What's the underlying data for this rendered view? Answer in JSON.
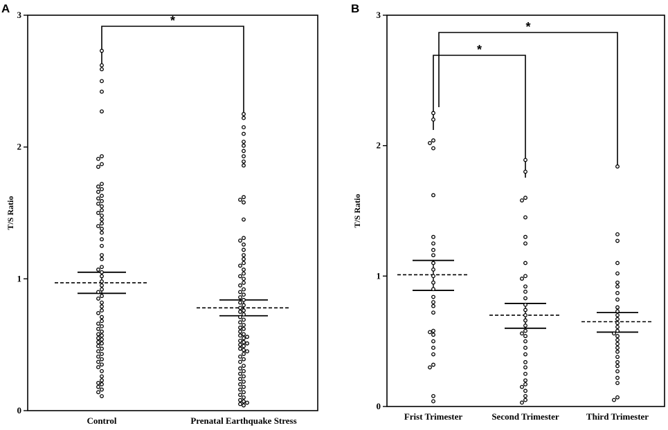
{
  "chart_data": [
    {
      "type": "scatter",
      "panel_label": "A",
      "ylabel": "T/S Ratio",
      "ylim": [
        0,
        3
      ],
      "yticks": [
        "0",
        "1",
        "2",
        "3"
      ],
      "categories": [
        "Control",
        "Prenatal Earthquake Stress"
      ],
      "groups": [
        {
          "category": "Control",
          "mean": 0.97,
          "sem_upper": 1.05,
          "sem_lower": 0.89,
          "values": [
            2.73,
            2.62,
            2.59,
            2.5,
            2.42,
            2.27,
            1.93,
            1.91,
            1.87,
            1.85,
            1.72,
            1.7,
            1.68,
            1.66,
            1.63,
            1.61,
            1.59,
            1.57,
            1.55,
            1.52,
            1.5,
            1.48,
            1.45,
            1.42,
            1.4,
            1.38,
            1.35,
            1.3,
            1.25,
            1.18,
            1.15,
            1.09,
            1.07,
            1.05,
            1.02,
            0.98,
            0.95,
            0.92,
            0.9,
            0.87,
            0.85,
            0.82,
            0.79,
            0.76,
            0.74,
            0.71,
            0.68,
            0.66,
            0.64,
            0.62,
            0.6,
            0.58,
            0.57,
            0.55,
            0.54,
            0.52,
            0.51,
            0.49,
            0.47,
            0.45,
            0.43,
            0.41,
            0.39,
            0.37,
            0.35,
            0.33,
            0.3,
            0.26,
            0.23,
            0.21,
            0.2,
            0.18,
            0.16,
            0.14,
            0.11
          ]
        },
        {
          "category": "Prenatal Earthquake Stress",
          "mean": 0.78,
          "sem_upper": 0.84,
          "sem_lower": 0.72,
          "values": [
            2.25,
            2.22,
            2.15,
            2.1,
            2.04,
            2.01,
            1.97,
            1.93,
            1.89,
            1.86,
            1.62,
            1.6,
            1.58,
            1.45,
            1.31,
            1.29,
            1.26,
            1.22,
            1.18,
            1.15,
            1.12,
            1.1,
            1.07,
            1.04,
            1.02,
            1.0,
            0.97,
            0.95,
            0.92,
            0.9,
            0.88,
            0.86,
            0.84,
            0.82,
            0.8,
            0.78,
            0.76,
            0.75,
            0.73,
            0.71,
            0.69,
            0.67,
            0.65,
            0.63,
            0.62,
            0.6,
            0.58,
            0.57,
            0.56,
            0.55,
            0.53,
            0.52,
            0.51,
            0.5,
            0.49,
            0.47,
            0.46,
            0.45,
            0.43,
            0.41,
            0.39,
            0.37,
            0.34,
            0.32,
            0.3,
            0.28,
            0.26,
            0.24,
            0.22,
            0.2,
            0.18,
            0.16,
            0.14,
            0.12,
            0.1,
            0.08,
            0.07,
            0.06,
            0.05,
            0.04
          ]
        }
      ],
      "significance": [
        {
          "from": "Control",
          "to": "Prenatal Earthquake Stress",
          "label": "*"
        }
      ]
    },
    {
      "type": "scatter",
      "panel_label": "B",
      "ylabel": "T/S Ratio",
      "ylim": [
        0,
        3
      ],
      "yticks": [
        "0",
        "1",
        "2",
        "3"
      ],
      "categories": [
        "Frist Trimester",
        "Second Trimester",
        "Third Trimester"
      ],
      "groups": [
        {
          "category": "Frist Trimester",
          "mean": 1.01,
          "sem_upper": 1.12,
          "sem_lower": 0.89,
          "values": [
            2.25,
            2.2,
            2.04,
            2.02,
            1.98,
            1.62,
            1.3,
            1.25,
            1.2,
            1.16,
            1.1,
            1.05,
            1.0,
            0.95,
            0.9,
            0.84,
            0.8,
            0.77,
            0.72,
            0.58,
            0.57,
            0.55,
            0.5,
            0.45,
            0.4,
            0.32,
            0.3,
            0.08,
            0.04
          ]
        },
        {
          "category": "Second Trimester",
          "mean": 0.7,
          "sem_upper": 0.79,
          "sem_lower": 0.6,
          "values": [
            1.89,
            1.8,
            1.6,
            1.58,
            1.45,
            1.3,
            1.25,
            1.1,
            1.0,
            0.98,
            0.92,
            0.88,
            0.83,
            0.78,
            0.74,
            0.7,
            0.66,
            0.62,
            0.58,
            0.56,
            0.54,
            0.5,
            0.45,
            0.4,
            0.34,
            0.3,
            0.25,
            0.2,
            0.17,
            0.15,
            0.12,
            0.08,
            0.05,
            0.03
          ]
        },
        {
          "category": "Third Trimester",
          "mean": 0.65,
          "sem_upper": 0.72,
          "sem_lower": 0.57,
          "values": [
            1.84,
            1.32,
            1.27,
            1.1,
            1.02,
            0.95,
            0.92,
            0.87,
            0.82,
            0.76,
            0.73,
            0.7,
            0.67,
            0.64,
            0.61,
            0.58,
            0.56,
            0.54,
            0.51,
            0.48,
            0.45,
            0.42,
            0.38,
            0.34,
            0.31,
            0.27,
            0.22,
            0.18,
            0.07,
            0.05
          ]
        }
      ],
      "significance": [
        {
          "from": "Frist Trimester",
          "to": "Second Trimester",
          "label": "*"
        },
        {
          "from": "Frist Trimester",
          "to": "Third Trimester",
          "label": "*"
        }
      ]
    }
  ]
}
